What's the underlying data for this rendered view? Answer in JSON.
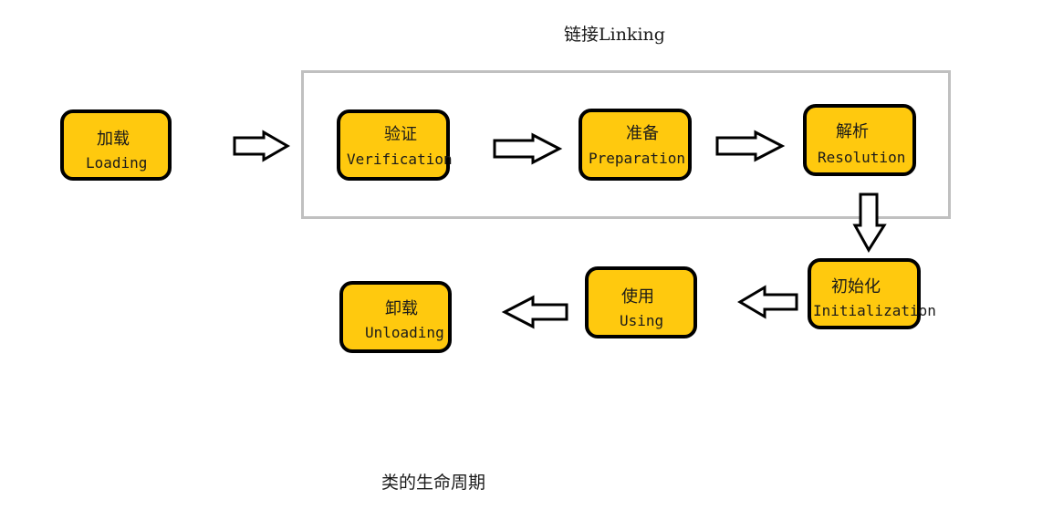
{
  "group": {
    "title": "链接Linking"
  },
  "nodes": {
    "loading": {
      "cn": "加载",
      "en": "Loading"
    },
    "verification": {
      "cn": "验证",
      "en": "Verification"
    },
    "preparation": {
      "cn": "准备",
      "en": "Preparation"
    },
    "resolution": {
      "cn": "解析",
      "en": "Resolution"
    },
    "initialization": {
      "cn": "初始化",
      "en": "Initialization"
    },
    "using": {
      "cn": "使用",
      "en": "Using"
    },
    "unloading": {
      "cn": "卸载",
      "en": "Unloading"
    }
  },
  "caption": "类的生命周期",
  "colors": {
    "node_fill": "#ffc90e",
    "node_border": "#000000",
    "frame": "#c0c0c0",
    "arrow_fill": "#ffffff",
    "arrow_stroke": "#000000"
  }
}
